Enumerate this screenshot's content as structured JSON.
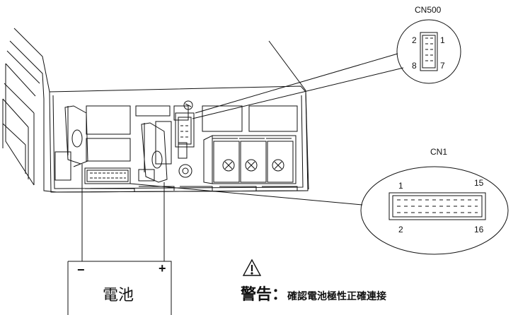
{
  "connectors": {
    "cn500": {
      "title": "CN500",
      "pin_top_left": "2",
      "pin_top_right": "1",
      "pin_bottom_left": "8",
      "pin_bottom_right": "7"
    },
    "cn1": {
      "title": "CN1",
      "pin_top_left": "1",
      "pin_top_right": "15",
      "pin_bottom_left": "2",
      "pin_bottom_right": "16"
    }
  },
  "battery": {
    "label": "電池",
    "minus": "−",
    "plus": "+"
  },
  "warning": {
    "icon": "warning-triangle-icon",
    "title": "警告",
    "separator": "：",
    "text": "確認電池極性正確連接"
  },
  "colors": {
    "line": "#111111",
    "background": "#ffffff"
  }
}
